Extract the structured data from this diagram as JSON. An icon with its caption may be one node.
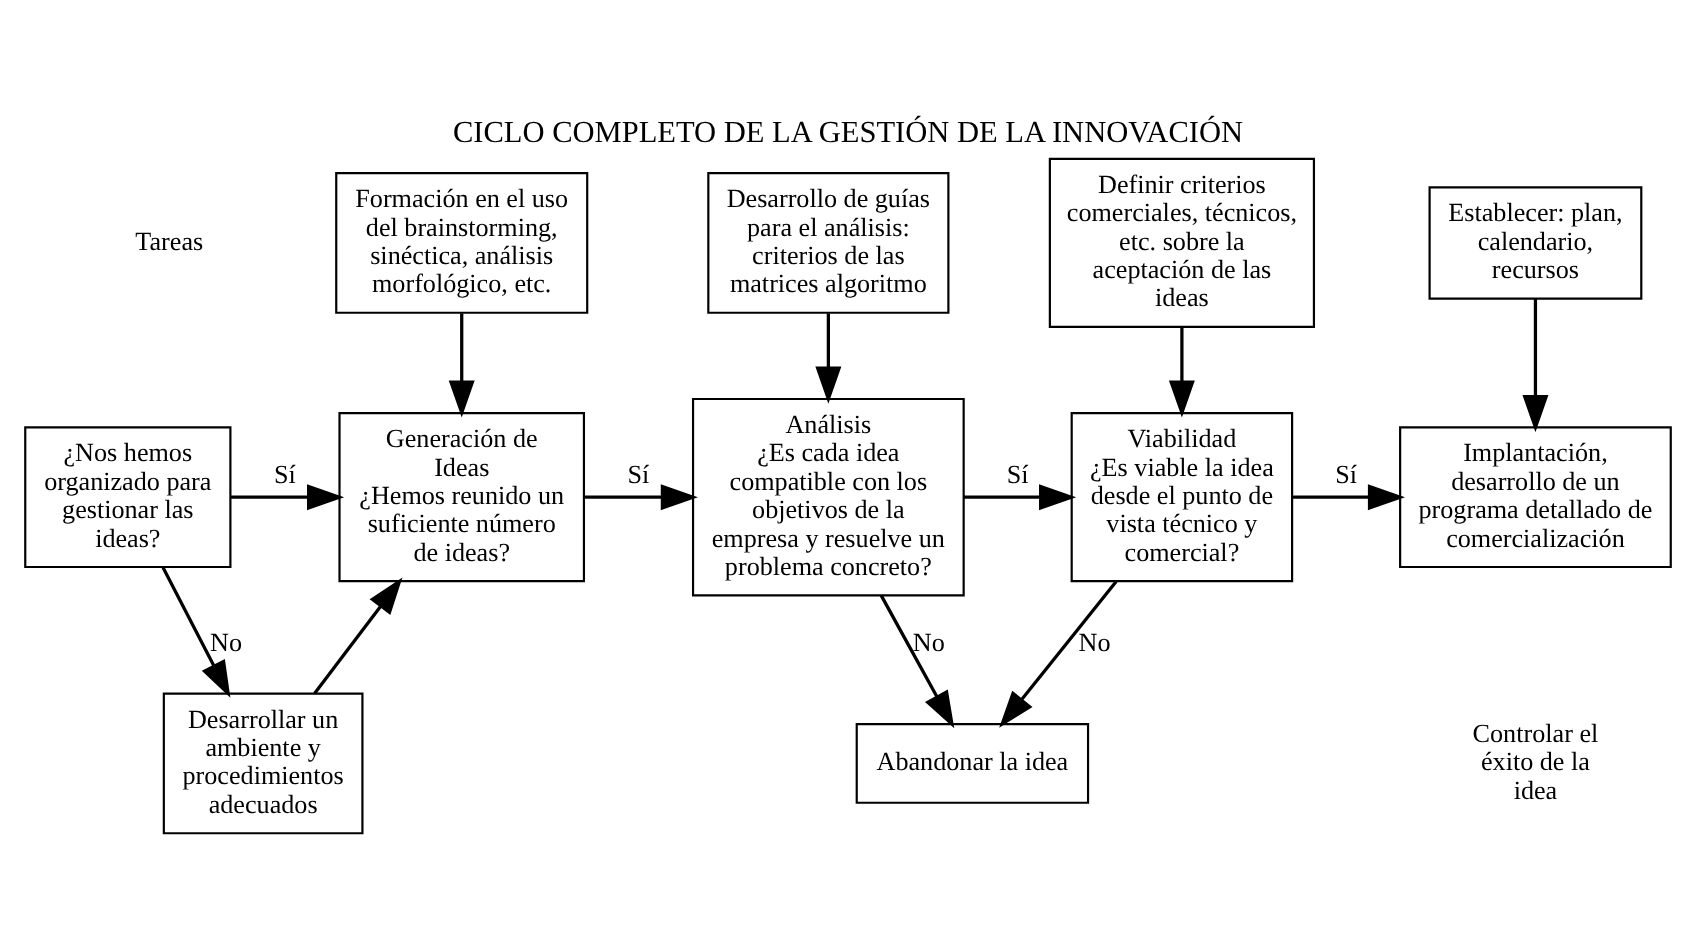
{
  "diagram": {
    "title": "CICLO COMPLETO DE LA GESTIÓN DE LA INNOVACIÓN",
    "nodes": [
      {
        "text": [
          "¿Nos hemos organizado para gestionar las ideas?"
        ]
      },
      {
        "text": [
          "Formación en el uso del brainstorming, sinéctica, análisis morfológico, etc."
        ]
      },
      {
        "text": [
          "Desarrollo de guías para el análisis: criterios de las matrices algoritmo"
        ]
      },
      {
        "text": [
          "Definir criterios comerciales, técnicos, etc. sobre la aceptación de las ideas"
        ]
      },
      {
        "text": [
          "Establecer: plan, calendario, recursos"
        ]
      },
      {
        "text": [
          "Generación de Ideas",
          "¿Hemos reunido un suficiente número de ideas?"
        ]
      },
      {
        "text": [
          "Análisis",
          "¿Es cada idea compatible con los objetivos de la empresa y resuelve un problema concreto?"
        ]
      },
      {
        "text": [
          "Viabilidad",
          "¿Es viable la idea desde el punto de vista técnico y comercial?"
        ]
      },
      {
        "text": [
          "Implantación, desarrollo de un programa detallado de comercialización"
        ]
      },
      {
        "text": [
          "Desarrollar un ambiente y procedimientos adecuados"
        ]
      },
      {
        "text": [
          "Abandonar la idea"
        ]
      }
    ],
    "edges": [
      {
        "from": 1,
        "to": 5,
        "arrow": "to"
      },
      {
        "from": 2,
        "to": 6,
        "arrow": "to"
      },
      {
        "from": 3,
        "to": 7,
        "arrow": "to"
      },
      {
        "from": 4,
        "to": 8,
        "arrow": "to"
      },
      {
        "from": 0,
        "to": 5,
        "arrow": "to",
        "label": "Sí"
      },
      {
        "from": 5,
        "to": 6,
        "arrow": "to",
        "label": "Sí"
      },
      {
        "from": 6,
        "to": 7,
        "arrow": "to",
        "label": "Sí"
      },
      {
        "from": 7,
        "to": 8,
        "arrow": "to",
        "label": "Sí"
      },
      {
        "from": 0,
        "to": 9,
        "arrow": "to",
        "label": "No"
      },
      {
        "from": 6,
        "to": 10,
        "arrow": "to",
        "label": "No"
      },
      {
        "from": 7,
        "to": 10,
        "arrow": "to",
        "label": "No"
      },
      {
        "from": 9,
        "to": 5,
        "arrow": "to"
      }
    ],
    "labels": [
      "Tareas",
      "Controlar el éxito de la idea"
    ]
  }
}
